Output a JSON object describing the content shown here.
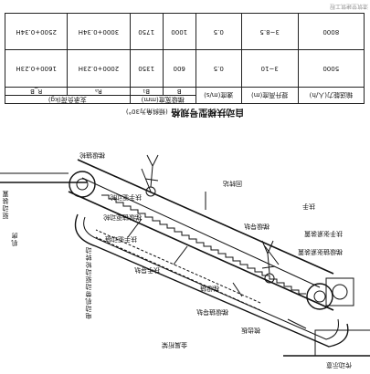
{
  "diagram": {
    "caption": "传动示意",
    "labels": {
      "drive_unit": "驱动装置",
      "machine_room": "机房",
      "handrail": "扶手",
      "step_chain_sprocket": "梯级链轮",
      "handrail_tensioner": "扶手张紧装置",
      "step_chain_tensioner": "梯级链张紧装置",
      "handrail_drive_wheel": "扶手驱动轮",
      "step_chain_drive_wheel": "梯级链驱动轮",
      "handrail_drive_chain": "扶手驱动链",
      "step_chain": "梯级链",
      "handrail_guide": "扶手导轨",
      "truss": "金属桁架",
      "step_chain_guide": "梯级导轨",
      "step_guide_rail": "梯级链导轨",
      "comb_plate": "梳齿板",
      "return_station": "回转站",
      "motor_note": "电动机带动驱动轮转动"
    }
  },
  "table": {
    "title": "自动扶梯型号规格",
    "subtitle": "(倾斜角为30°)",
    "headers": {
      "capacity": "输送能力(人/h)",
      "rise": "提升高度(m)",
      "speed": "速度(m/s)",
      "width_group": "梯级宽度(mm)",
      "width": "B",
      "b1": "B₁",
      "support_group": "支承负荷(kg)",
      "ra": "Rₐ",
      "rb": "R_B"
    },
    "rows": [
      {
        "capacity": "5000",
        "rise": "3~10",
        "speed": "0.5",
        "width": "600",
        "b1": "1350",
        "ra": "2000+0.23H",
        "rb": "1600+0.23H"
      },
      {
        "capacity": "8000",
        "rise": "3~8.5",
        "speed": "0.5",
        "width": "1000",
        "b1": "1750",
        "ra": "3000+0.34H",
        "rb": "2500+0.34H"
      }
    ]
  },
  "footer": "清筑堂建筑工程"
}
